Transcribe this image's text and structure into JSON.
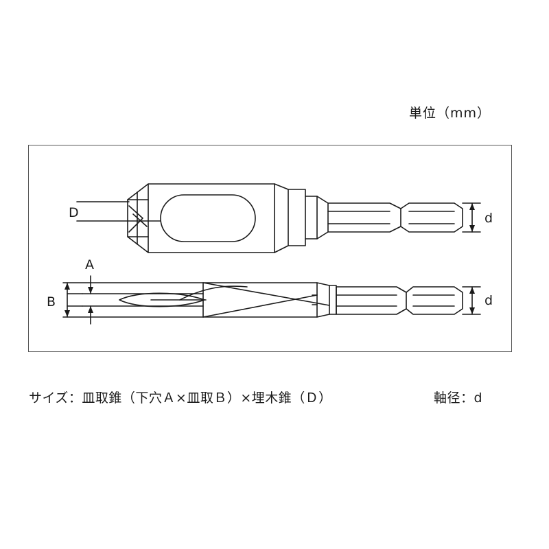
{
  "unit_label": "単位（mm）",
  "labels": {
    "D": "D",
    "A": "A",
    "B": "B",
    "d_top": "d",
    "d_bottom": "d"
  },
  "caption": {
    "size": "サイズ：皿取錐（下穴Ａ×皿取Ｂ）×埋木錐（Ｄ）",
    "shaft": "軸径：d"
  },
  "colors": {
    "line": "#1a1a1a",
    "frame": "#555555",
    "background": "#ffffff"
  }
}
